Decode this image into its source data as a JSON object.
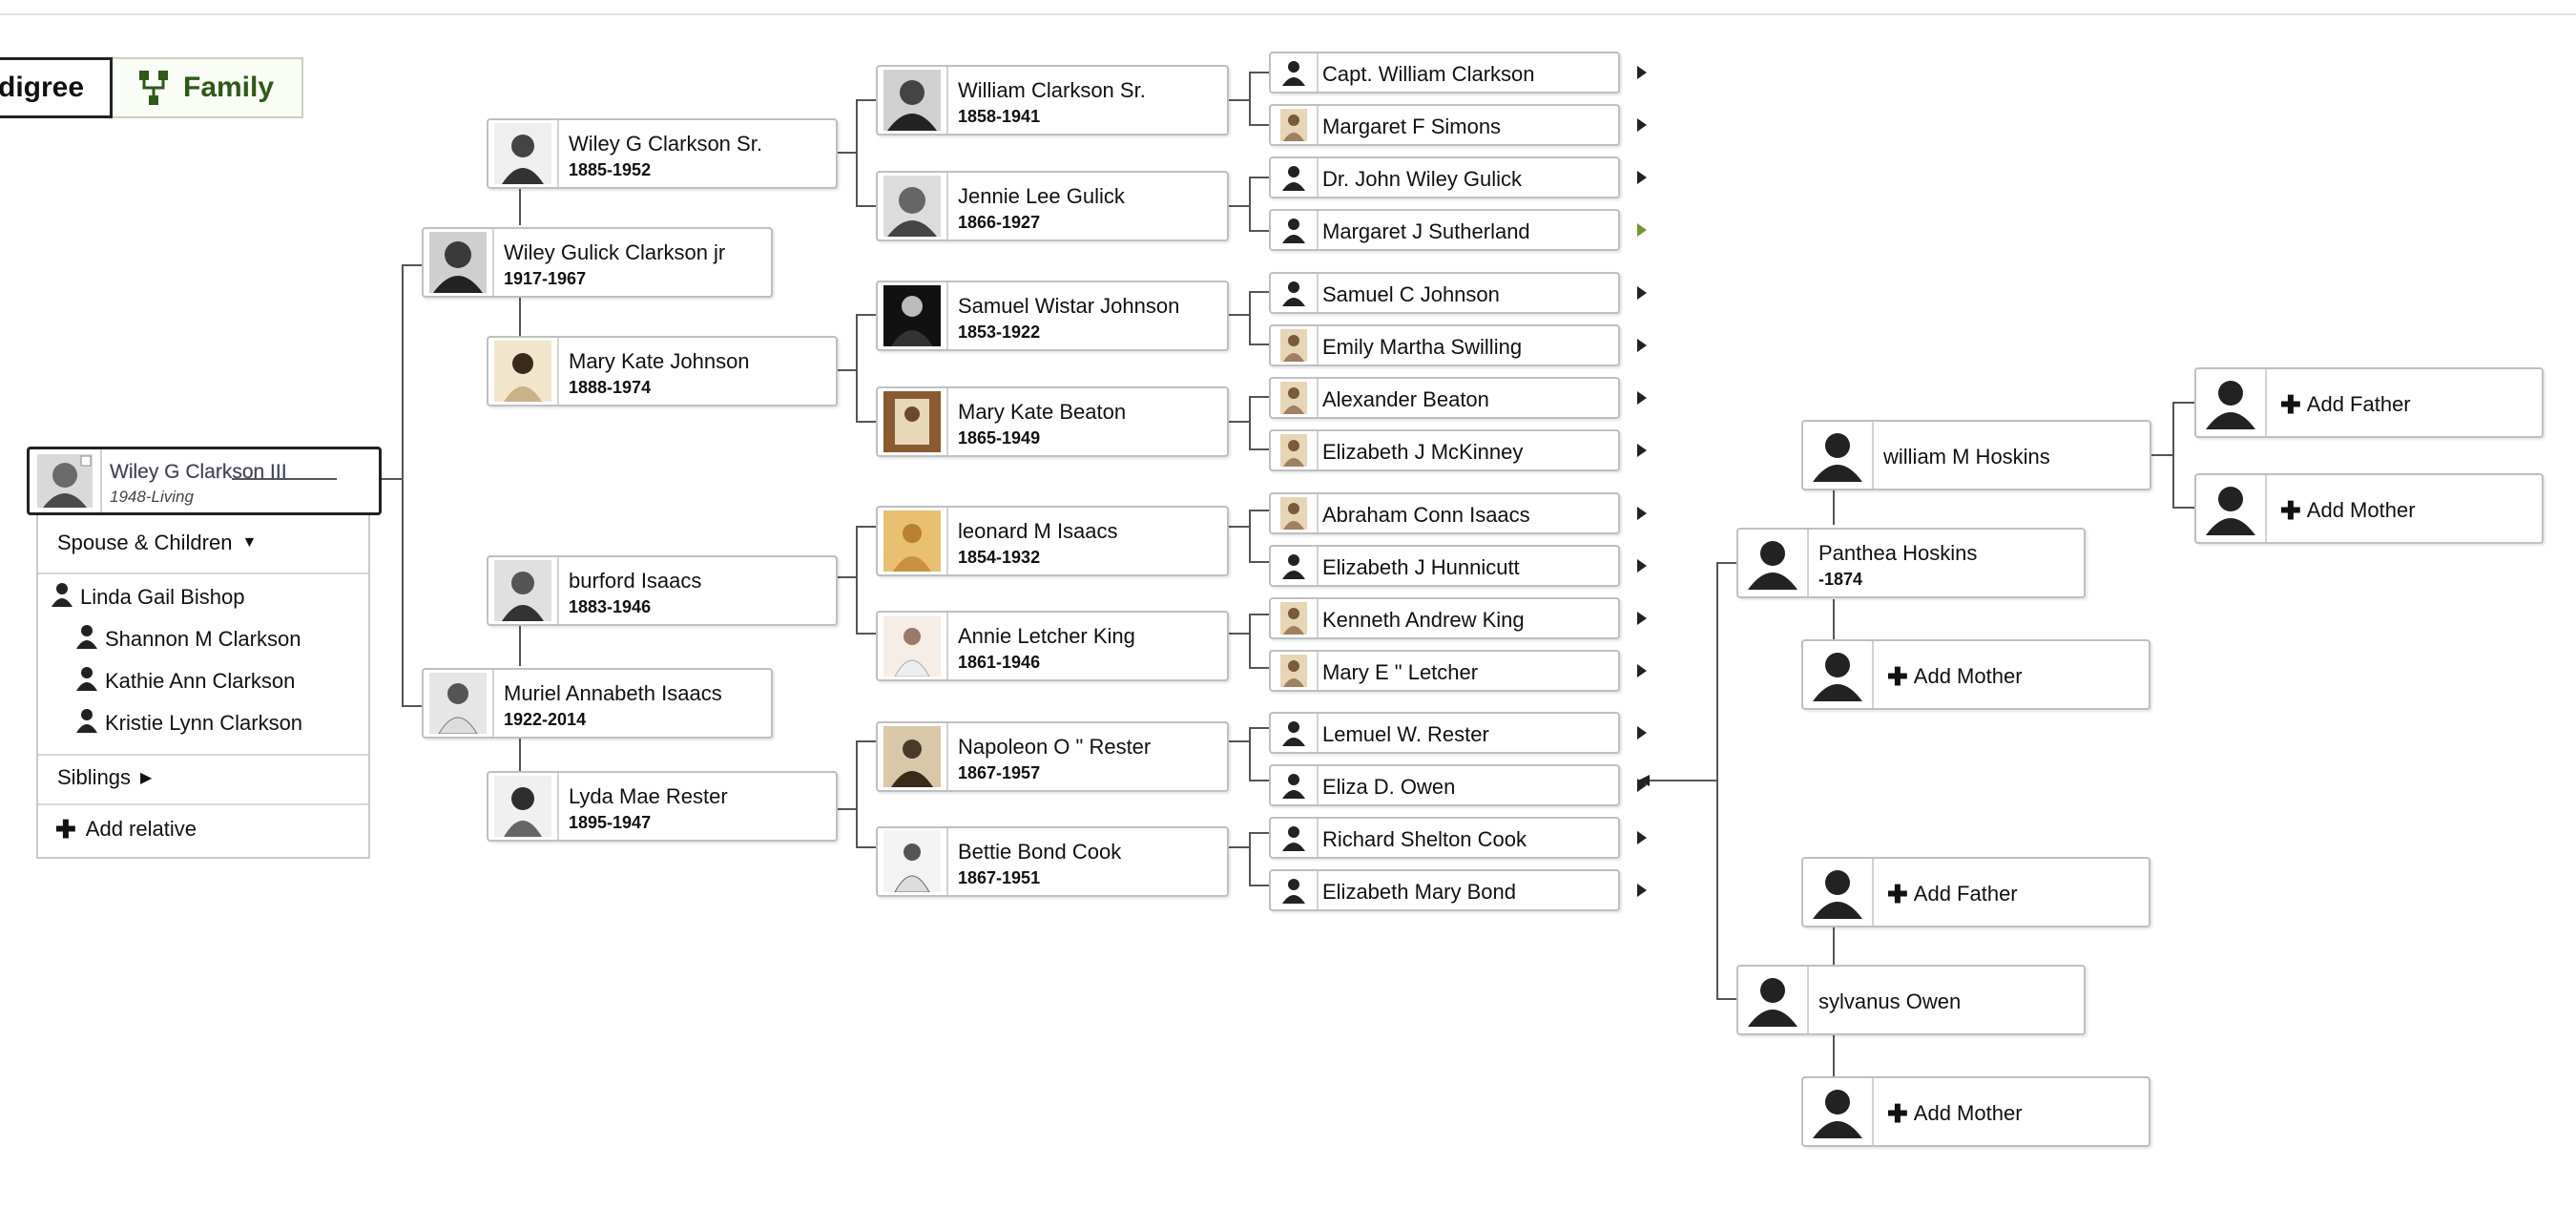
{
  "tabs": {
    "pedigree": "digree",
    "family": "Family"
  },
  "focus_person": {
    "name": "Wiley G Clarkson III",
    "years": "1948-",
    "status": "Living"
  },
  "family_panel": {
    "spouse_children_label": "Spouse & Children",
    "spouse": "Linda Gail Bishop",
    "children": [
      "Shannon M Clarkson",
      "Kathie Ann Clarkson",
      "Kristie Lynn Clarkson"
    ],
    "siblings_label": "Siblings",
    "add_relative_label": "Add relative"
  },
  "parents": [
    {
      "name": "Wiley Gulick Clarkson jr",
      "years": "1917-1967"
    },
    {
      "name": "Muriel Annabeth Isaacs",
      "years": "1922-2014"
    }
  ],
  "grandparents": [
    {
      "name": "Wiley G Clarkson Sr.",
      "years": "1885-1952"
    },
    {
      "name": "Mary Kate Johnson",
      "years": "1888-1974"
    },
    {
      "name": "burford Isaacs",
      "years": "1883-1946"
    },
    {
      "name": "Lyda Mae Rester",
      "years": "1895-1947"
    }
  ],
  "great_grandparents": [
    {
      "name": "William Clarkson Sr.",
      "years": "1858-1941"
    },
    {
      "name": "Jennie Lee Gulick",
      "years": "1866-1927"
    },
    {
      "name": "Samuel Wistar Johnson",
      "years": "1853-1922"
    },
    {
      "name": "Mary Kate Beaton",
      "years": "1865-1949"
    },
    {
      "name": "leonard M Isaacs",
      "years": "1854-1932"
    },
    {
      "name": "Annie Letcher King",
      "years": "1861-1946"
    },
    {
      "name": "Napoleon O \" Rester",
      "years": "1867-1957"
    },
    {
      "name": "Bettie Bond Cook",
      "years": "1867-1951"
    }
  ],
  "gg_grandparents": [
    {
      "name": "Capt. William Clarkson",
      "photo": "silhouette"
    },
    {
      "name": "Margaret F Simons",
      "photo": "photo"
    },
    {
      "name": "Dr. John Wiley Gulick",
      "photo": "silhouette"
    },
    {
      "name": "Margaret J Sutherland",
      "photo": "silhouette",
      "arrow": "green"
    },
    {
      "name": "Samuel C Johnson",
      "photo": "silhouette"
    },
    {
      "name": "Emily Martha Swilling",
      "photo": "photo"
    },
    {
      "name": "Alexander Beaton",
      "photo": "photo"
    },
    {
      "name": "Elizabeth J McKinney",
      "photo": "photo"
    },
    {
      "name": "Abraham Conn Isaacs",
      "photo": "photo"
    },
    {
      "name": "Elizabeth J Hunnicutt",
      "photo": "silhouette"
    },
    {
      "name": "Kenneth Andrew King",
      "photo": "photo"
    },
    {
      "name": "Mary E \" Letcher",
      "photo": "photo"
    },
    {
      "name": "Lemuel W. Rester",
      "photo": "silhouette"
    },
    {
      "name": "Eliza D. Owen",
      "photo": "silhouette"
    },
    {
      "name": "Richard Shelton Cook",
      "photo": "silhouette"
    },
    {
      "name": "Elizabeth Mary Bond",
      "photo": "silhouette"
    }
  ],
  "eliza_parents": {
    "father": {
      "name": "william M Hoskins"
    },
    "mother": {
      "name": "Panthea Hoskins",
      "years": "-1874"
    },
    "owen": {
      "name": "sylvanus Owen"
    }
  },
  "add_father_label": "Add Father",
  "add_mother_label": "Add Mother",
  "colors": {
    "accent_green": "#2f5a15",
    "border": "#bfbfbf",
    "arrow_green": "#6e9b2c"
  }
}
